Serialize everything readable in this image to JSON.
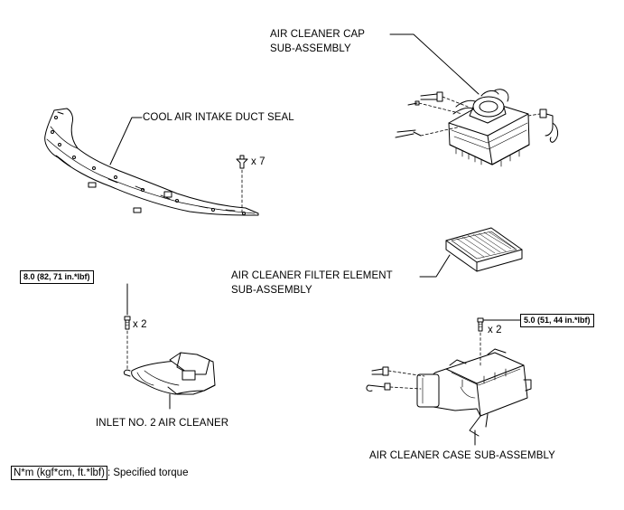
{
  "labels": {
    "air_cleaner_cap_line1": "AIR CLEANER CAP",
    "air_cleaner_cap_line2": "SUB-ASSEMBLY",
    "cool_air_duct_seal": "COOL AIR INTAKE DUCT SEAL",
    "clip_qty": "x 7",
    "filter_element_line1": "AIR CLEANER FILTER ELEMENT",
    "filter_element_line2": "SUB-ASSEMBLY",
    "inlet_bolt_qty": "x 2",
    "inlet_no2": "INLET NO. 2 AIR CLEANER",
    "case_bolt_qty": "x 2",
    "case_sub_assembly": "AIR CLEANER CASE SUB-ASSEMBLY"
  },
  "torques": {
    "inlet_bolt": "8.0 (82, 71 in.*lbf)",
    "case_bolt": "5.0 (51, 44 in.*lbf)"
  },
  "legend": {
    "unit": "N*m (kgf*cm, ft.*lbf)",
    "text": ": Specified torque"
  }
}
